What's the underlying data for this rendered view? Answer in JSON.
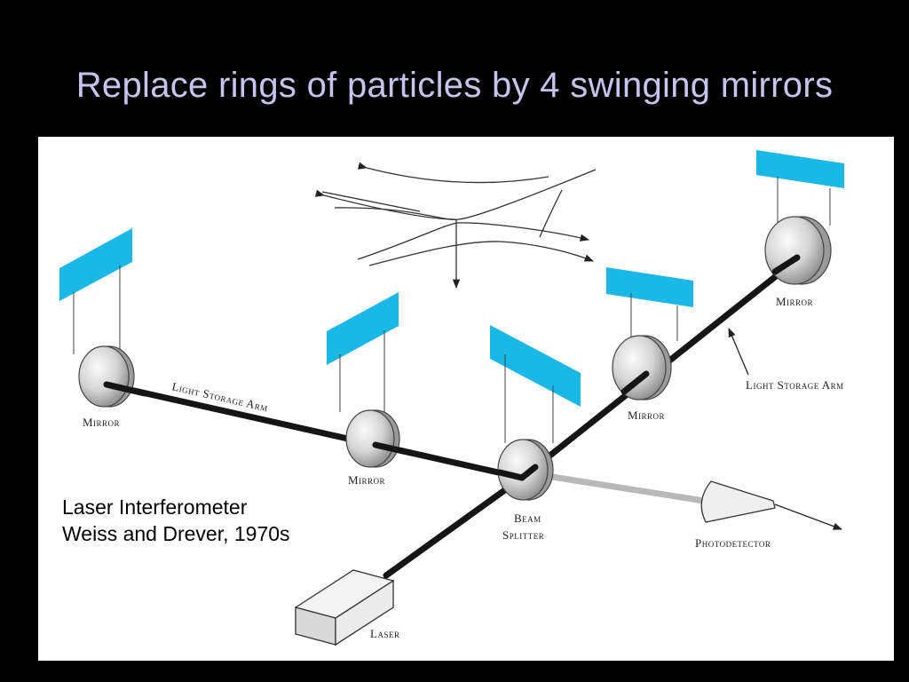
{
  "slide": {
    "title": "Replace rings of particles by 4 swinging mirrors"
  },
  "caption": {
    "line1": "Laser Interferometer",
    "line2": "Weiss and Drever, 1970s"
  },
  "labels": {
    "mirror_far_left": "Mirror",
    "mirror_inner_left": "Mirror",
    "mirror_inner_right": "Mirror",
    "mirror_far_right": "Mirror",
    "beam_splitter_line1": "Beam",
    "beam_splitter_line2": "Splitter",
    "arm_left": "Light Storage Arm",
    "arm_right": "Light Storage Arm",
    "photodetector": "Photodetector",
    "laser": "Laser"
  },
  "colors": {
    "background": "#000000",
    "title": "#c6c3ec",
    "panel": "#ffffff",
    "mirror_mount": "#1ab8e6",
    "beam": "#151515",
    "output_beam": "#b8b8b8"
  }
}
